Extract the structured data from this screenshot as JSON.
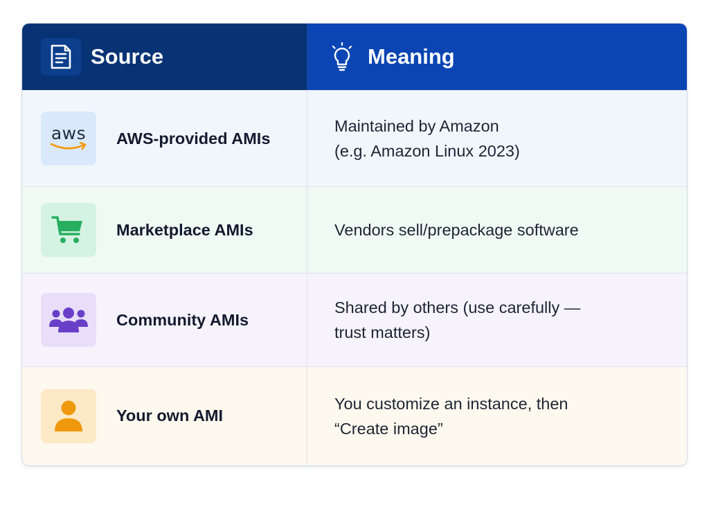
{
  "header": {
    "source_label": "Source",
    "meaning_label": "Meaning",
    "source_icon": "document-icon",
    "meaning_icon": "lightbulb-icon"
  },
  "rows": [
    {
      "icon": "aws-logo",
      "icon_text": "aws",
      "source": "AWS-provided AMIs",
      "meaning": "Maintained by Amazon\n(e.g. Amazon Linux 2023)"
    },
    {
      "icon": "shopping-cart-icon",
      "source": "Marketplace AMIs",
      "meaning": "Vendors sell/prepackage software"
    },
    {
      "icon": "group-icon",
      "source": "Community AMIs",
      "meaning": "Shared by others (use carefully —\ntrust matters)"
    },
    {
      "icon": "user-icon",
      "source": "Your own AMI",
      "meaning": "You customize an instance, then\n“Create image”"
    }
  ],
  "colors": {
    "header_source_bg": "#073375",
    "header_meaning_bg": "#0a45b3",
    "aws_orange": "#f39c12",
    "cart_green": "#27ae60",
    "community_purple": "#6a3fc8",
    "user_orange": "#f0980c"
  }
}
